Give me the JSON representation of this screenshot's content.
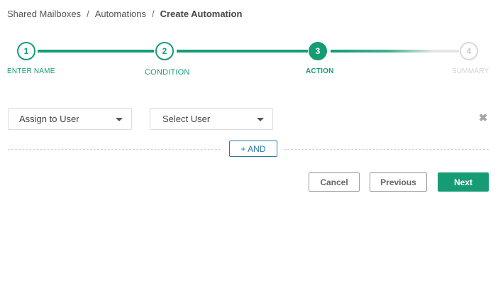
{
  "breadcrumb": {
    "items": [
      "Shared Mailboxes",
      "Automations"
    ],
    "current": "Create Automation",
    "separator": "/"
  },
  "stepper": {
    "steps": [
      {
        "number": "1",
        "label": "ENTER NAME",
        "state": "done"
      },
      {
        "number": "2",
        "label": "CONDITION",
        "state": "done"
      },
      {
        "number": "3",
        "label": "ACTION",
        "state": "active"
      },
      {
        "number": "4",
        "label": "SUMMARY",
        "state": "pending"
      }
    ],
    "accent_color": "#169c75"
  },
  "action_row": {
    "action_select": {
      "value": "Assign to User"
    },
    "user_select": {
      "value": "Select User"
    },
    "remove_icon": "close-icon"
  },
  "and_button": {
    "label": "+ AND"
  },
  "buttons": {
    "cancel": "Cancel",
    "previous": "Previous",
    "next": "Next"
  }
}
